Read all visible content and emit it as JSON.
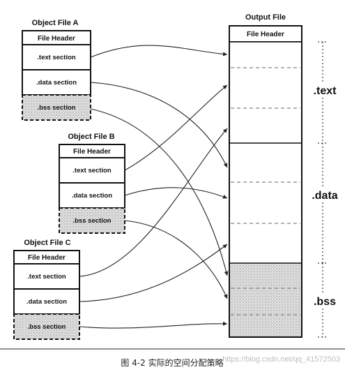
{
  "object_files": [
    {
      "title": "Object File A",
      "header": "File Header",
      "sections": [
        ".text section",
        ".data section",
        ".bss section"
      ]
    },
    {
      "title": "Object File B",
      "header": "File Header",
      "sections": [
        ".text section",
        ".data section",
        ".bss section"
      ]
    },
    {
      "title": "Object File C",
      "header": "File Header",
      "sections": [
        ".text section",
        ".data section",
        ".bss section"
      ]
    }
  ],
  "output_file": {
    "title": "Output File",
    "header": "File Header",
    "segments": [
      ".text",
      ".data",
      ".bss"
    ]
  },
  "caption": "图 4-2   实际的空间分配策略",
  "watermark": "https://blog.csdn.net/qq_41572503"
}
